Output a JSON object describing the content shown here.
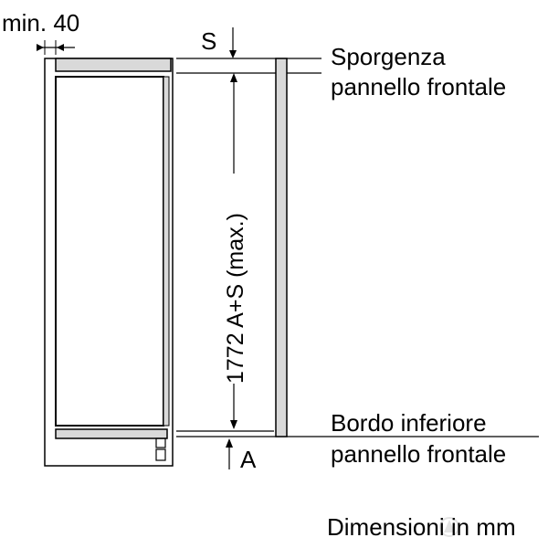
{
  "labels": {
    "gap": "min. 40",
    "s": "S",
    "a": "A",
    "height": "1772 A+S (max.)",
    "top_line1": "Sporgenza",
    "top_line2": "pannello frontale",
    "bottom_line1": "Bordo inferiore",
    "bottom_line2": "pannello frontale",
    "units": "Dimensioni in mm"
  },
  "colors": {
    "line": "#000000",
    "panel_fill": "#d9d9d9",
    "watermark": "#c8c8c8"
  }
}
